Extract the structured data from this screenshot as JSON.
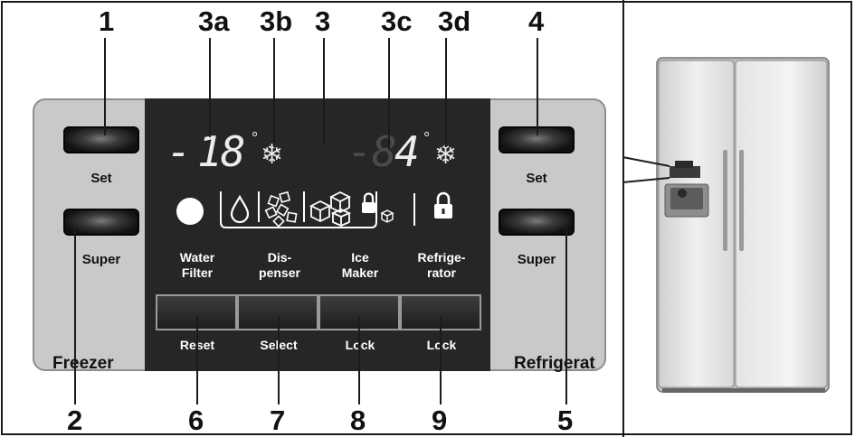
{
  "callouts": {
    "c1": "1",
    "c3a": "3a",
    "c3b": "3b",
    "c3": "3",
    "c3c": "3c",
    "c3d": "3d",
    "c4": "4",
    "c2": "2",
    "c6": "6",
    "c7": "7",
    "c8": "8",
    "c9": "9",
    "c5": "5"
  },
  "freezer": {
    "set_label": "Set",
    "super_label": "Super",
    "zone_label": "Freezer"
  },
  "refrigerator": {
    "set_label": "Set",
    "super_label": "Super",
    "zone_label": "Refrigerat"
  },
  "display": {
    "freezer_temp": "18",
    "freezer_minus": "-",
    "fridge_temp": "4",
    "fridge_dim": "8",
    "fridge_minus": "-",
    "degree": "°"
  },
  "functions": [
    {
      "top": "Water\nFilter",
      "bottom": "Reset"
    },
    {
      "top": "Dis-\npenser",
      "bottom": "Select"
    },
    {
      "top": "Ice\nMaker",
      "bottom": "Lock"
    },
    {
      "top": "Refrige-\nrator",
      "bottom": "Lock"
    }
  ],
  "icons": {
    "freezer_snow": "snowflake-icon",
    "fridge_snow": "snowflake-icon",
    "filter_dot": "filter-status-icon",
    "water_drop": "water-drop-icon",
    "crushed_ice": "crushed-ice-icon",
    "ice_cubes": "ice-cubes-icon",
    "ice_lock": "ice-maker-lock-icon",
    "child_lock": "padlock-icon"
  },
  "colors": {
    "panel": "#c9c9c9",
    "screen": "#262626",
    "fridge_body": "#e6e6e6"
  }
}
